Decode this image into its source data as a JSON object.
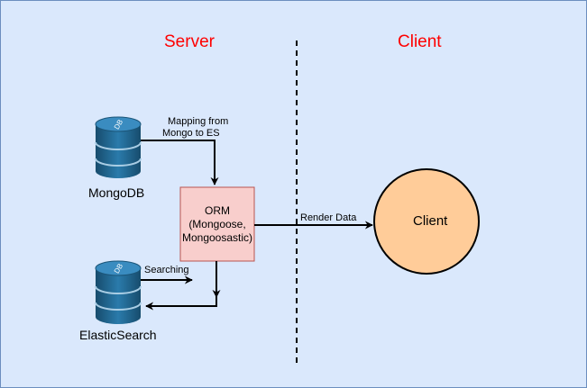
{
  "diagram": {
    "server_heading": "Server",
    "client_heading": "Client",
    "nodes": {
      "mongodb": {
        "label": "MongoDB",
        "icon": "database-icon",
        "badge": "DB"
      },
      "elasticsearch": {
        "label": "ElasticSearch",
        "icon": "database-icon",
        "badge": "DB"
      },
      "orm": {
        "lines": [
          "ORM",
          "(Mongoose,",
          "Mongoosastic)"
        ]
      },
      "client": {
        "label": "Client"
      }
    },
    "edges": {
      "mapping_line1": "Mapping from",
      "mapping_line2": "Mongo to ES",
      "searching": "Searching",
      "render_data": "Render Data"
    },
    "colors": {
      "background": "#dae8fc",
      "border": "#6c8ebf",
      "heading": "#ff0000",
      "orm_fill": "#f8cecc",
      "orm_stroke": "#b85450",
      "client_fill": "#ffcc99",
      "db_top": "#2f79a4",
      "db_body": "#1f5f86"
    }
  }
}
